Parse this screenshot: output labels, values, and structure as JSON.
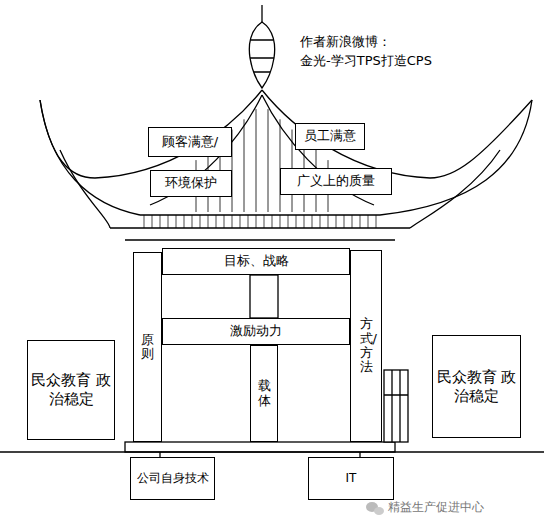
{
  "diagram": {
    "nodes": [
      {
        "text": [
          "顾客满意/"
        ]
      },
      {
        "text": [
          "员工满意"
        ]
      },
      {
        "text": [
          "环境保护"
        ]
      },
      {
        "text": [
          "广义上的质量"
        ]
      },
      {
        "text": [
          "目标、战略"
        ]
      },
      {
        "text": [
          "原则"
        ]
      },
      {
        "text": [
          "激励动力"
        ]
      },
      {
        "text": [
          "载体"
        ]
      },
      {
        "text": [
          "方式/方法"
        ]
      },
      {
        "text": [
          "民众教育 政治稳定"
        ]
      },
      {
        "text": [
          "民众教育 政治稳定"
        ]
      },
      {
        "text": [
          "公司自身技术"
        ]
      },
      {
        "text": [
          "IT"
        ]
      }
    ],
    "labels": [
      "作者新浪微博：",
      "金光-学习TPS打造CPS",
      "精益生产促进中心"
    ]
  }
}
